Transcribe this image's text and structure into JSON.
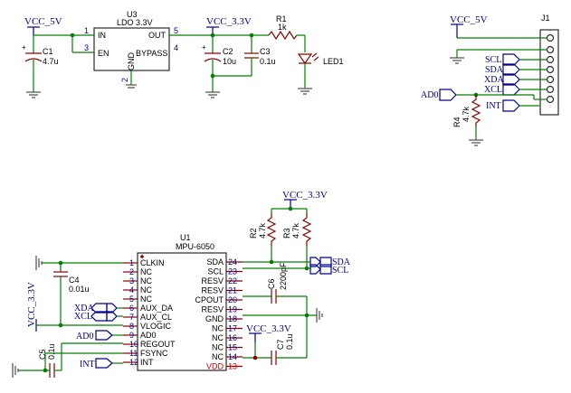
{
  "power": {
    "vcc5": "VCC_5V",
    "vcc33": "VCC_3.3V"
  },
  "u3": {
    "ref": "U3",
    "value": "LDO 3.3V",
    "pins": [
      "IN",
      "EN",
      "OUT",
      "BYPASS",
      "GND"
    ],
    "pin_numbers": [
      "1",
      "3",
      "5",
      "4",
      "2"
    ]
  },
  "c1": {
    "ref": "C1",
    "value": "4.7u"
  },
  "c2": {
    "ref": "C2",
    "value": "10u"
  },
  "c3": {
    "ref": "C3",
    "value": "0.1u"
  },
  "r1": {
    "ref": "R1",
    "value": "1k"
  },
  "led1": {
    "ref": "LED1"
  },
  "j1": {
    "ref": "J1"
  },
  "r4": {
    "ref": "R4",
    "value": "4.7k"
  },
  "r2": {
    "ref": "R2",
    "value": "4.7k"
  },
  "r3": {
    "ref": "R3",
    "value": "4.7k"
  },
  "c4": {
    "ref": "C4",
    "value": "0.01u"
  },
  "c5": {
    "ref": "C5",
    "value": "0.1u"
  },
  "c6": {
    "ref": "C6",
    "value": "2200pF"
  },
  "c7": {
    "ref": "C7",
    "value": "0.1u"
  },
  "nets": {
    "scl": "SCL",
    "sda": "SDA",
    "xda": "XDA",
    "xcl": "XCL",
    "int": "INT",
    "ad0": "AD0"
  },
  "u1": {
    "ref": "U1",
    "value": "MPU-6050",
    "left_pins": [
      {
        "num": "1",
        "name": "CLKIN"
      },
      {
        "num": "2",
        "name": "NC"
      },
      {
        "num": "3",
        "name": "NC"
      },
      {
        "num": "4",
        "name": "NC"
      },
      {
        "num": "5",
        "name": "NC"
      },
      {
        "num": "6",
        "name": "AUX_DA"
      },
      {
        "num": "7",
        "name": "AUX_CL"
      },
      {
        "num": "8",
        "name": "VLOGIC"
      },
      {
        "num": "9",
        "name": "AD0"
      },
      {
        "num": "10",
        "name": "REGOUT"
      },
      {
        "num": "11",
        "name": "FSYNC"
      },
      {
        "num": "12",
        "name": "INT"
      }
    ],
    "right_pins": [
      {
        "num": "24",
        "name": "SDA"
      },
      {
        "num": "23",
        "name": "SCL"
      },
      {
        "num": "22",
        "name": "RESV"
      },
      {
        "num": "21",
        "name": "RESV"
      },
      {
        "num": "20",
        "name": "CPOUT"
      },
      {
        "num": "19",
        "name": "RESV"
      },
      {
        "num": "18",
        "name": "GND"
      },
      {
        "num": "17",
        "name": "NC"
      },
      {
        "num": "16",
        "name": "NC"
      },
      {
        "num": "15",
        "name": "NC"
      },
      {
        "num": "14",
        "name": "NC"
      },
      {
        "num": "13",
        "name": "VDD"
      }
    ]
  }
}
